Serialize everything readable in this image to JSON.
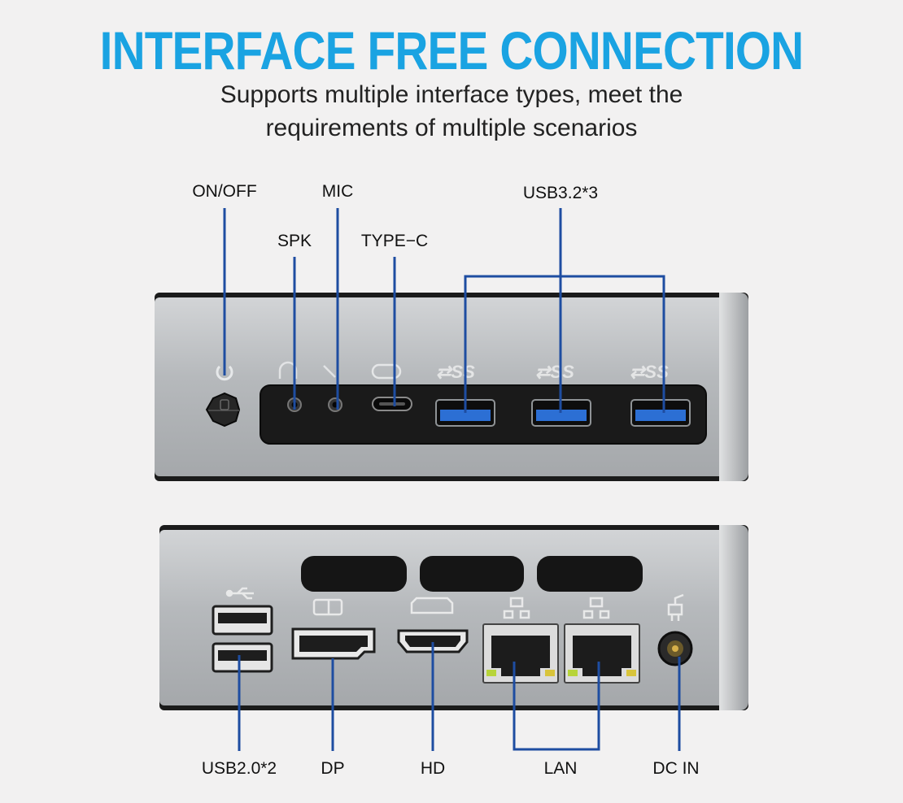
{
  "headline": "INTERFACE FREE CONNECTION",
  "subtitle_line1": "Supports multiple interface types, meet the",
  "subtitle_line2": "requirements of multiple scenarios",
  "front_labels": {
    "onoff": "ON/OFF",
    "mic": "MIC",
    "spk": "SPK",
    "typec": "TYPE−C",
    "usb32": "USB3.2*3"
  },
  "rear_labels": {
    "usb20": "USB2.0*2",
    "dp": "DP",
    "hd": "HD",
    "lan": "LAN",
    "dcin": "DC IN"
  },
  "colors": {
    "headline": "#1aa3e2",
    "callout_line": "#1e4da1",
    "usb3_port": "#2c6fd4",
    "background": "#f2f1f1"
  }
}
